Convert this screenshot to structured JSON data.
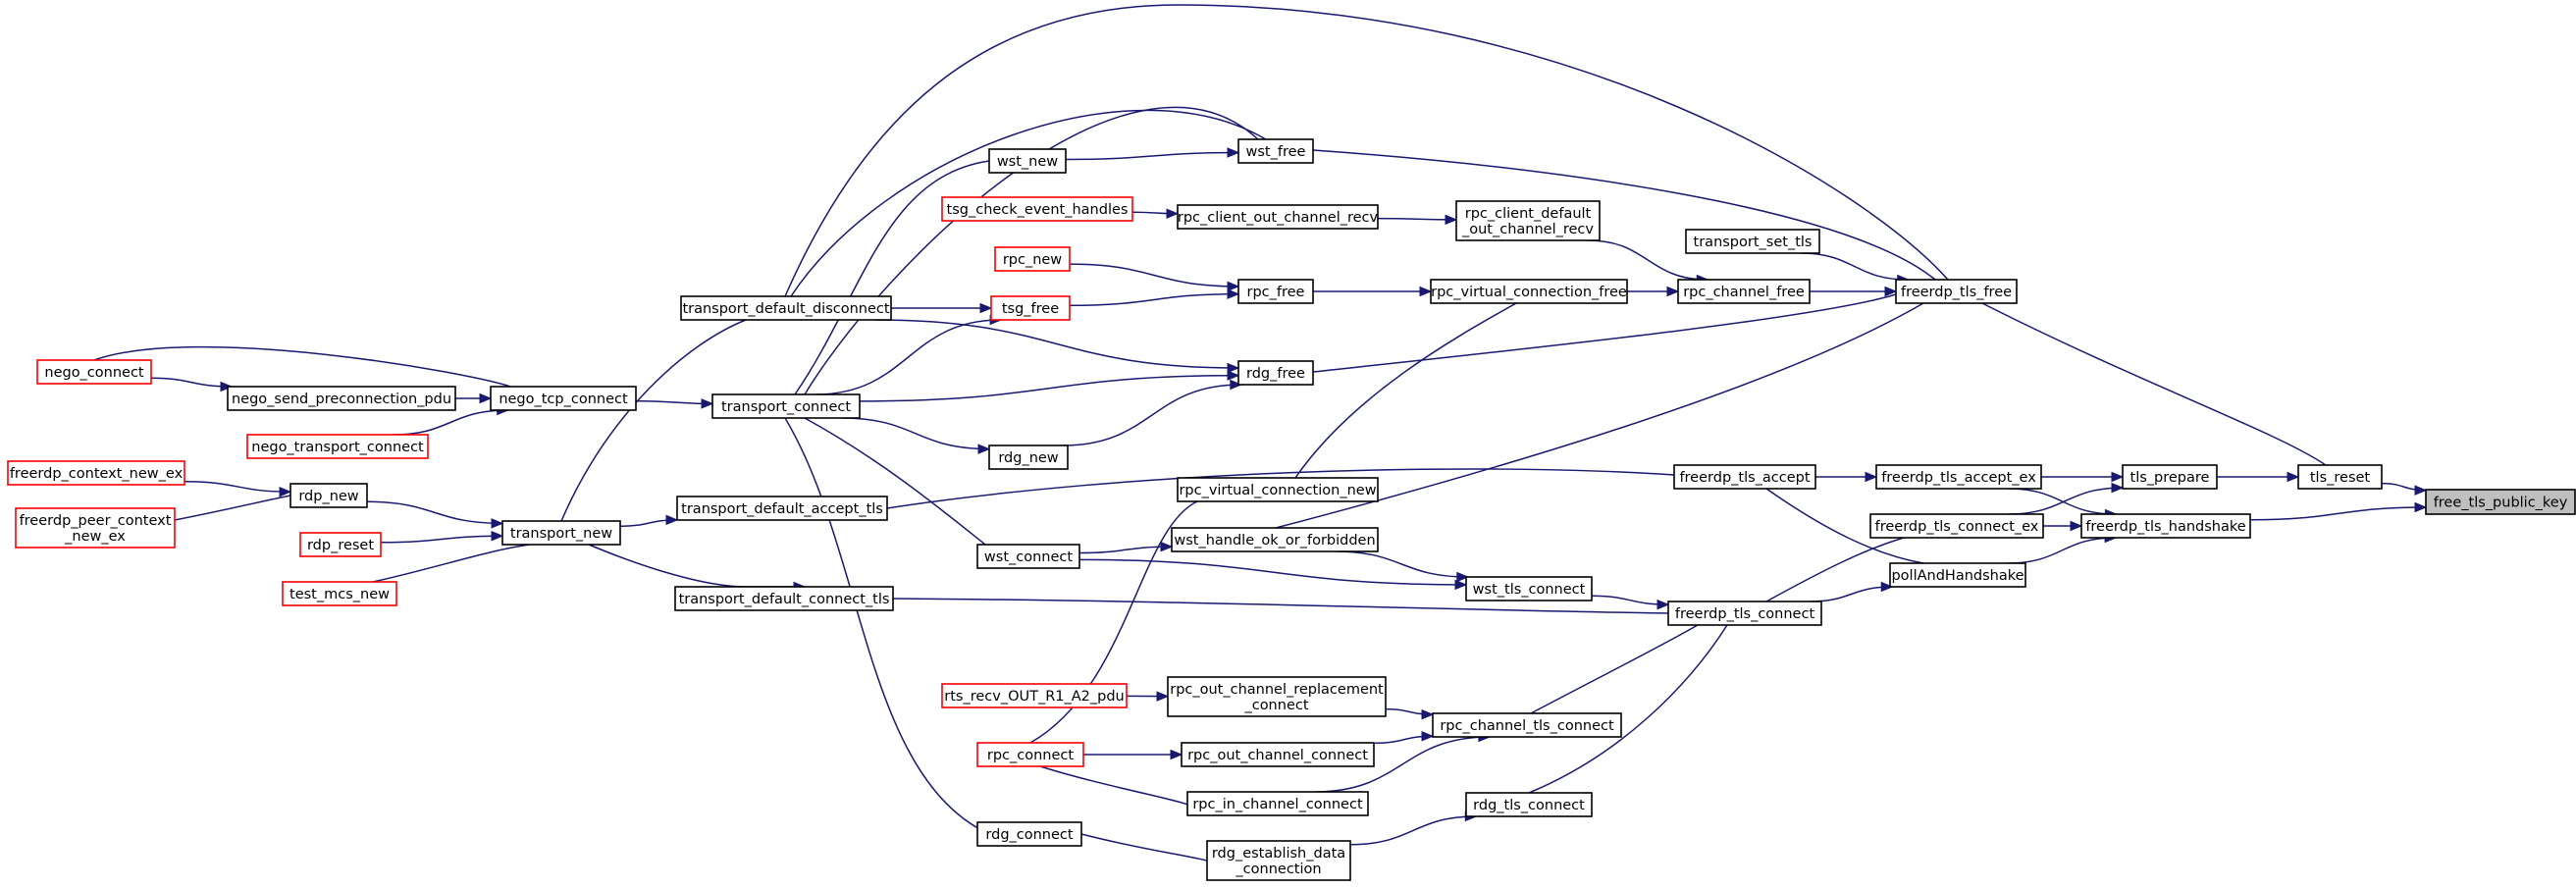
{
  "colors": {
    "edge": "#191970",
    "node_border": "#000000",
    "truncated_border": "#ff0000",
    "root_fill": "#bfbfbf"
  },
  "nodes": [
    {
      "id": "free_tls_public_key",
      "lines": [
        "free_tls_public_key"
      ],
      "root": true
    },
    {
      "id": "tls_reset",
      "lines": [
        "tls_reset"
      ]
    },
    {
      "id": "freerdp_tls_handshake",
      "lines": [
        "freerdp_tls_handshake"
      ]
    },
    {
      "id": "tls_prepare",
      "lines": [
        "tls_prepare"
      ]
    },
    {
      "id": "pollAndHandshake",
      "lines": [
        "pollAndHandshake"
      ]
    },
    {
      "id": "freerdp_tls_free",
      "lines": [
        "freerdp_tls_free"
      ]
    },
    {
      "id": "freerdp_tls_accept_ex",
      "lines": [
        "freerdp_tls_accept_ex"
      ]
    },
    {
      "id": "freerdp_tls_connect_ex",
      "lines": [
        "freerdp_tls_connect_ex"
      ]
    },
    {
      "id": "freerdp_tls_accept",
      "lines": [
        "freerdp_tls_accept"
      ]
    },
    {
      "id": "freerdp_tls_connect",
      "lines": [
        "freerdp_tls_connect"
      ]
    },
    {
      "id": "transport_set_tls",
      "lines": [
        "transport_set_tls"
      ]
    },
    {
      "id": "rpc_channel_free",
      "lines": [
        "rpc_channel_free"
      ]
    },
    {
      "id": "rpc_client_default_out_channel_recv",
      "lines": [
        "rpc_client_default",
        "_out_channel_recv"
      ]
    },
    {
      "id": "rpc_virtual_connection_free",
      "lines": [
        "rpc_virtual_connection_free"
      ]
    },
    {
      "id": "wst_free",
      "lines": [
        "wst_free"
      ]
    },
    {
      "id": "rdg_free",
      "lines": [
        "rdg_free"
      ]
    },
    {
      "id": "rpc_free",
      "lines": [
        "rpc_free"
      ]
    },
    {
      "id": "rpc_client_out_channel_recv",
      "lines": [
        "rpc_client_out_channel_recv"
      ]
    },
    {
      "id": "rpc_virtual_connection_new",
      "lines": [
        "rpc_virtual_connection_new"
      ]
    },
    {
      "id": "wst_handle_ok_or_forbidden",
      "lines": [
        "wst_handle_ok_or_forbidden"
      ]
    },
    {
      "id": "wst_tls_connect",
      "lines": [
        "wst_tls_connect"
      ]
    },
    {
      "id": "rpc_channel_tls_connect",
      "lines": [
        "rpc_channel_tls_connect"
      ]
    },
    {
      "id": "rdg_tls_connect",
      "lines": [
        "rdg_tls_connect"
      ]
    },
    {
      "id": "rpc_out_channel_replacement_connect",
      "lines": [
        "rpc_out_channel_replacement",
        "_connect"
      ]
    },
    {
      "id": "rpc_out_channel_connect",
      "lines": [
        "rpc_out_channel_connect"
      ]
    },
    {
      "id": "rpc_in_channel_connect",
      "lines": [
        "rpc_in_channel_connect"
      ]
    },
    {
      "id": "rdg_establish_data_connection",
      "lines": [
        "rdg_establish_data",
        "_connection"
      ]
    },
    {
      "id": "wst_new",
      "lines": [
        "wst_new"
      ]
    },
    {
      "id": "tsg_check_event_handles",
      "lines": [
        "tsg_check_event_handles"
      ],
      "truncated": true
    },
    {
      "id": "rpc_new",
      "lines": [
        "rpc_new"
      ],
      "truncated": true
    },
    {
      "id": "tsg_free",
      "lines": [
        "tsg_free"
      ],
      "truncated": true
    },
    {
      "id": "rdg_new",
      "lines": [
        "rdg_new"
      ]
    },
    {
      "id": "wst_connect",
      "lines": [
        "wst_connect"
      ]
    },
    {
      "id": "rts_recv_OUT_R1_A2_pdu",
      "lines": [
        "rts_recv_OUT_R1_A2_pdu"
      ],
      "truncated": true
    },
    {
      "id": "rpc_connect",
      "lines": [
        "rpc_connect"
      ],
      "truncated": true
    },
    {
      "id": "rdg_connect",
      "lines": [
        "rdg_connect"
      ]
    },
    {
      "id": "transport_default_disconnect",
      "lines": [
        "transport_default_disconnect"
      ]
    },
    {
      "id": "transport_connect",
      "lines": [
        "transport_connect"
      ]
    },
    {
      "id": "transport_default_accept_tls",
      "lines": [
        "transport_default_accept_tls"
      ]
    },
    {
      "id": "transport_default_connect_tls",
      "lines": [
        "transport_default_connect_tls"
      ]
    },
    {
      "id": "nego_tcp_connect",
      "lines": [
        "nego_tcp_connect"
      ]
    },
    {
      "id": "transport_new",
      "lines": [
        "transport_new"
      ]
    },
    {
      "id": "nego_send_preconnection_pdu",
      "lines": [
        "nego_send_preconnection_pdu"
      ]
    },
    {
      "id": "nego_transport_connect",
      "lines": [
        "nego_transport_connect"
      ],
      "truncated": true
    },
    {
      "id": "rdp_new",
      "lines": [
        "rdp_new"
      ]
    },
    {
      "id": "rdp_reset",
      "lines": [
        "rdp_reset"
      ],
      "truncated": true
    },
    {
      "id": "test_mcs_new",
      "lines": [
        "test_mcs_new"
      ],
      "truncated": true
    },
    {
      "id": "nego_connect",
      "lines": [
        "nego_connect"
      ],
      "truncated": true
    },
    {
      "id": "freerdp_context_new_ex",
      "lines": [
        "freerdp_context_new_ex"
      ],
      "truncated": true
    },
    {
      "id": "freerdp_peer_context_new_ex",
      "lines": [
        "freerdp_peer_context",
        "_new_ex"
      ],
      "truncated": true
    }
  ],
  "edges": [
    [
      "tls_reset",
      "free_tls_public_key"
    ],
    [
      "freerdp_tls_handshake",
      "free_tls_public_key"
    ],
    [
      "freerdp_tls_free",
      "tls_reset"
    ],
    [
      "tls_prepare",
      "tls_reset"
    ],
    [
      "freerdp_tls_accept_ex",
      "tls_prepare"
    ],
    [
      "freerdp_tls_connect_ex",
      "tls_prepare"
    ],
    [
      "freerdp_tls_accept_ex",
      "freerdp_tls_handshake"
    ],
    [
      "freerdp_tls_connect_ex",
      "freerdp_tls_handshake"
    ],
    [
      "pollAndHandshake",
      "freerdp_tls_handshake"
    ],
    [
      "freerdp_tls_accept",
      "freerdp_tls_accept_ex"
    ],
    [
      "freerdp_tls_connect",
      "freerdp_tls_connect_ex"
    ],
    [
      "freerdp_tls_accept",
      "pollAndHandshake"
    ],
    [
      "freerdp_tls_connect",
      "pollAndHandshake"
    ],
    [
      "transport_set_tls",
      "freerdp_tls_free"
    ],
    [
      "rpc_channel_free",
      "freerdp_tls_free"
    ],
    [
      "wst_free",
      "freerdp_tls_free"
    ],
    [
      "rdg_free",
      "freerdp_tls_free"
    ],
    [
      "transport_default_disconnect",
      "freerdp_tls_free"
    ],
    [
      "wst_handle_ok_or_forbidden",
      "freerdp_tls_free"
    ],
    [
      "rpc_client_default_out_channel_recv",
      "rpc_channel_free"
    ],
    [
      "rpc_virtual_connection_free",
      "rpc_channel_free"
    ],
    [
      "rpc_client_out_channel_recv",
      "rpc_client_default_out_channel_recv"
    ],
    [
      "rpc_free",
      "rpc_virtual_connection_free"
    ],
    [
      "rpc_virtual_connection_new",
      "rpc_virtual_connection_free"
    ],
    [
      "tsg_check_event_handles",
      "rpc_client_out_channel_recv"
    ],
    [
      "wst_new",
      "wst_free"
    ],
    [
      "transport_default_disconnect",
      "wst_free"
    ],
    [
      "transport_connect",
      "wst_free"
    ],
    [
      "rpc_new",
      "rpc_free"
    ],
    [
      "tsg_free",
      "rpc_free"
    ],
    [
      "transport_default_disconnect",
      "rdg_free"
    ],
    [
      "transport_connect",
      "rdg_free"
    ],
    [
      "rdg_new",
      "rdg_free"
    ],
    [
      "transport_default_disconnect",
      "tsg_free"
    ],
    [
      "transport_connect",
      "tsg_free"
    ],
    [
      "transport_connect",
      "wst_new"
    ],
    [
      "transport_connect",
      "rdg_new"
    ],
    [
      "transport_connect",
      "wst_connect"
    ],
    [
      "transport_connect",
      "rdg_connect"
    ],
    [
      "transport_default_accept_tls",
      "freerdp_tls_accept"
    ],
    [
      "transport_default_connect_tls",
      "freerdp_tls_connect"
    ],
    [
      "wst_tls_connect",
      "freerdp_tls_connect"
    ],
    [
      "rpc_channel_tls_connect",
      "freerdp_tls_connect"
    ],
    [
      "rdg_tls_connect",
      "freerdp_tls_connect"
    ],
    [
      "wst_handle_ok_or_forbidden",
      "wst_tls_connect"
    ],
    [
      "wst_connect",
      "wst_tls_connect"
    ],
    [
      "wst_connect",
      "wst_handle_ok_or_forbidden"
    ],
    [
      "rpc_out_channel_replacement_connect",
      "rpc_channel_tls_connect"
    ],
    [
      "rpc_out_channel_connect",
      "rpc_channel_tls_connect"
    ],
    [
      "rpc_in_channel_connect",
      "rpc_channel_tls_connect"
    ],
    [
      "rdg_establish_data_connection",
      "rdg_tls_connect"
    ],
    [
      "rts_recv_OUT_R1_A2_pdu",
      "rpc_out_channel_replacement_connect"
    ],
    [
      "rpc_connect",
      "rpc_out_channel_connect"
    ],
    [
      "rpc_connect",
      "rpc_in_channel_connect"
    ],
    [
      "rpc_connect",
      "rpc_virtual_connection_new"
    ],
    [
      "rdg_connect",
      "rdg_establish_data_connection"
    ],
    [
      "transport_new",
      "transport_default_disconnect"
    ],
    [
      "transport_new",
      "transport_default_accept_tls"
    ],
    [
      "transport_new",
      "transport_default_connect_tls"
    ],
    [
      "nego_tcp_connect",
      "transport_connect"
    ],
    [
      "nego_send_preconnection_pdu",
      "nego_tcp_connect"
    ],
    [
      "nego_transport_connect",
      "nego_tcp_connect"
    ],
    [
      "nego_connect",
      "nego_tcp_connect"
    ],
    [
      "nego_connect",
      "nego_send_preconnection_pdu"
    ],
    [
      "rdp_new",
      "transport_new"
    ],
    [
      "rdp_reset",
      "transport_new"
    ],
    [
      "test_mcs_new",
      "transport_new"
    ],
    [
      "freerdp_context_new_ex",
      "rdp_new"
    ],
    [
      "freerdp_peer_context_new_ex",
      "rdp_new"
    ]
  ]
}
